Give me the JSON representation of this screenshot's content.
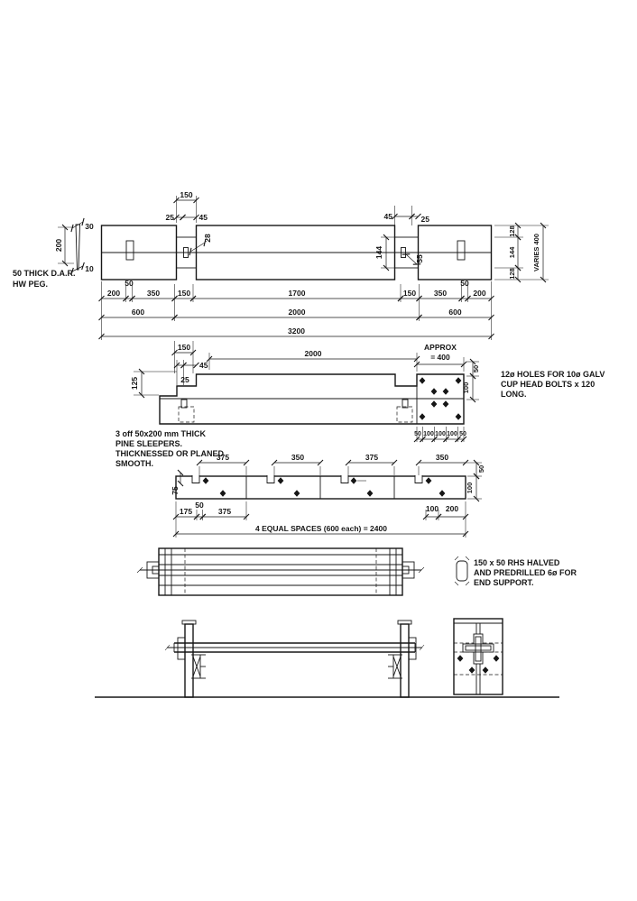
{
  "notes": {
    "peg1": "50 THICK D.A.R.",
    "peg2": "HW PEG.",
    "sl1": "3 off 50x200 mm THICK",
    "sl2": "PINE SLEEPERS.",
    "sl3": "THICKNESSED OR PLANED",
    "sl4": "SMOOTH.",
    "h1": "12ø HOLES FOR 10ø GALV",
    "h2": "CUP HEAD BOLTS x 120",
    "h3": "LONG.",
    "r1": "150 x 50 RHS HALVED",
    "r2": "AND PREDRILLED 6ø FOR",
    "r3": "END SUPPORT.",
    "approx1": "APPROX",
    "approx2": "= 400",
    "spaces": "4 EQUAL SPACES (600 each) = 2400"
  },
  "dims": {
    "peg": {
      "w_top": "30",
      "len": "200",
      "w_tip": "10"
    },
    "v1": {
      "n150": "150",
      "n25": "25",
      "n45": "45",
      "n28": "28",
      "m45": "45",
      "m25": "25",
      "m144": "144",
      "m55": "55",
      "peg50L": "50",
      "peg50R": "50",
      "r128a": "128",
      "r144": "144",
      "r128b": "128",
      "varies": "VARIES 400",
      "row1": [
        "200",
        "50",
        "350",
        "150",
        "1700",
        "150",
        "350",
        "50",
        "200"
      ],
      "row2": [
        "600",
        "2000",
        "600"
      ],
      "row3": "3200",
      "below150": "150"
    },
    "v2": {
      "d2000": "2000",
      "d45": "45",
      "d25": "25",
      "d125": "125",
      "r50": "50",
      "r100": "100",
      "bot": [
        "50",
        "100",
        "100",
        "100",
        "50"
      ]
    },
    "v3": {
      "top": [
        "375",
        "350",
        "375",
        "350"
      ],
      "d75": "75",
      "r50": "50",
      "r100": "100",
      "b175": "175",
      "b50": "50",
      "b375": "375",
      "b100": "100",
      "b200": "200"
    }
  }
}
